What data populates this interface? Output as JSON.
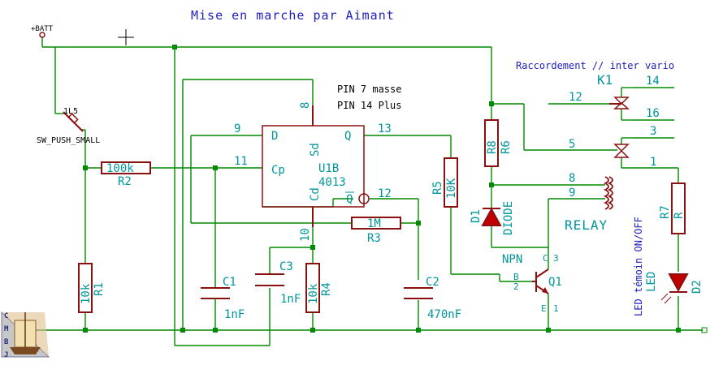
{
  "title": "Mise en marche par Aimant",
  "connection_note": "Raccordement // inter vario",
  "pin_notes": [
    "PIN 7 masse",
    "PIN 14 Plus"
  ],
  "battery_label": "+BATT",
  "switch": {
    "ref": "1L5",
    "name": "SW_PUSH_SMALL"
  },
  "ic": {
    "ref": "U1B",
    "part": "4013",
    "pin_d": "D",
    "pin_cp": "Cp",
    "pin_q": "Q",
    "pin_qbar": "Q",
    "pin_sd": "Sd",
    "pin_cd": "Cd",
    "pins": {
      "p9": "9",
      "p11": "11",
      "p13": "13",
      "p12": "12",
      "p8": "8",
      "p10": "10"
    }
  },
  "resistors": [
    {
      "ref": "R2",
      "value": "100k"
    },
    {
      "ref": "R1",
      "value": "10k"
    },
    {
      "ref": "R3",
      "value": "1M"
    },
    {
      "ref": "R4",
      "value": "10k"
    },
    {
      "ref": "R5",
      "value": "10K"
    },
    {
      "ref": "R6",
      "value": "R8"
    },
    {
      "ref": "R7",
      "value": "R"
    }
  ],
  "capacitors": [
    {
      "ref": "C1",
      "value": "1nF"
    },
    {
      "ref": "C3",
      "value": "1nF"
    },
    {
      "ref": "C2",
      "value": "470nF"
    }
  ],
  "diode": {
    "ref": "D1",
    "name": "DIODE"
  },
  "led": {
    "ref": "D2",
    "name": "LED",
    "caption": "LED témoin ON/OFF"
  },
  "transistor": {
    "ref": "Q1",
    "type": "NPN",
    "pin_b": "B",
    "pin_c": "C",
    "pin_e": "E",
    "pin_b_num": "2",
    "pin_c_num": "3",
    "pin_e_num": "1"
  },
  "relay": {
    "ref": "K1",
    "label": "RELAY",
    "pins": {
      "p14": "14",
      "p12": "12",
      "p16": "16",
      "p3": "3",
      "p5": "5",
      "p1": "1",
      "p8": "8",
      "p9": "9"
    }
  },
  "logo_letters": "CMBJ"
}
